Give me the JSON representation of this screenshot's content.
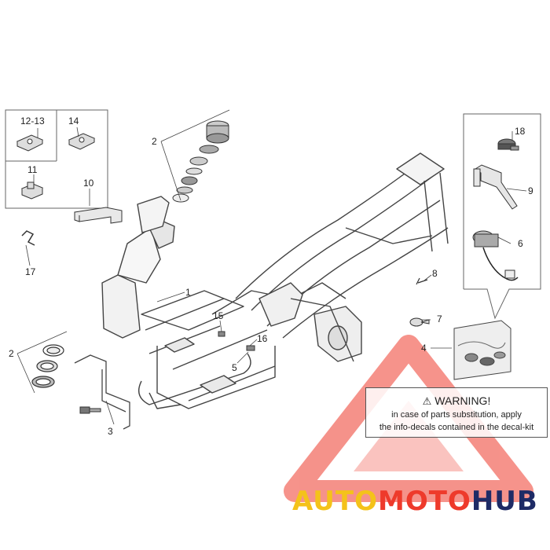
{
  "callouts": [
    {
      "id": "c-12-13",
      "text": "12-13"
    },
    {
      "id": "c-14",
      "text": "14"
    },
    {
      "id": "c-11",
      "text": "11"
    },
    {
      "id": "c-10",
      "text": "10"
    },
    {
      "id": "c-17",
      "text": "17"
    },
    {
      "id": "c-2a",
      "text": "2"
    },
    {
      "id": "c-1",
      "text": "1"
    },
    {
      "id": "c-2b",
      "text": "2"
    },
    {
      "id": "c-15",
      "text": "15"
    },
    {
      "id": "c-16",
      "text": "16"
    },
    {
      "id": "c-5",
      "text": "5"
    },
    {
      "id": "c-3",
      "text": "3"
    },
    {
      "id": "c-18",
      "text": "18"
    },
    {
      "id": "c-9",
      "text": "9"
    },
    {
      "id": "c-6",
      "text": "6"
    },
    {
      "id": "c-8",
      "text": "8"
    },
    {
      "id": "c-7",
      "text": "7"
    },
    {
      "id": "c-4",
      "text": "4"
    }
  ],
  "warning": {
    "title": "WARNING!",
    "line1": "in case of parts substitution, apply",
    "line2": "the info-decals contained in the decal-kit"
  },
  "watermark": {
    "part1": "AUTO",
    "part2": "MOTO",
    "part3": "HUB",
    "color_yellow": "#f4c21a",
    "color_red": "#ee3a2b",
    "color_navy": "#1e2b66"
  }
}
